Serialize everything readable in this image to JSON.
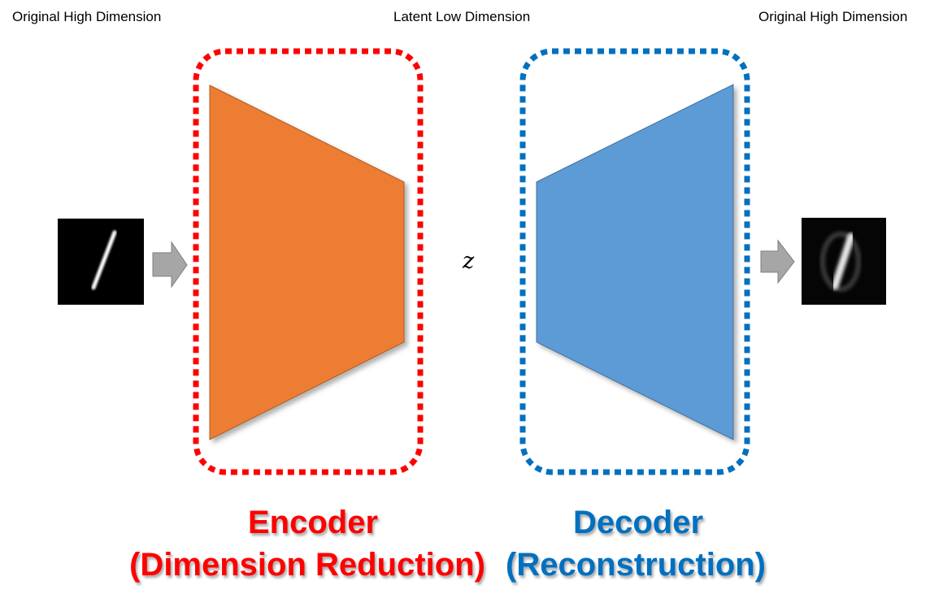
{
  "labels": {
    "input_dimension": "Original High Dimension",
    "latent_dimension": "Latent Low Dimension",
    "output_dimension": "Original High Dimension",
    "latent_symbol": "z"
  },
  "encoder": {
    "title": "Encoder",
    "subtitle": "(Dimension Reduction)",
    "color": "#ff0000",
    "fill": "#ed7d31"
  },
  "decoder": {
    "title": "Decoder",
    "subtitle": "(Reconstruction)",
    "color": "#0070c0",
    "fill": "#5b9bd5"
  },
  "arrow_color": "#a6a6a6"
}
